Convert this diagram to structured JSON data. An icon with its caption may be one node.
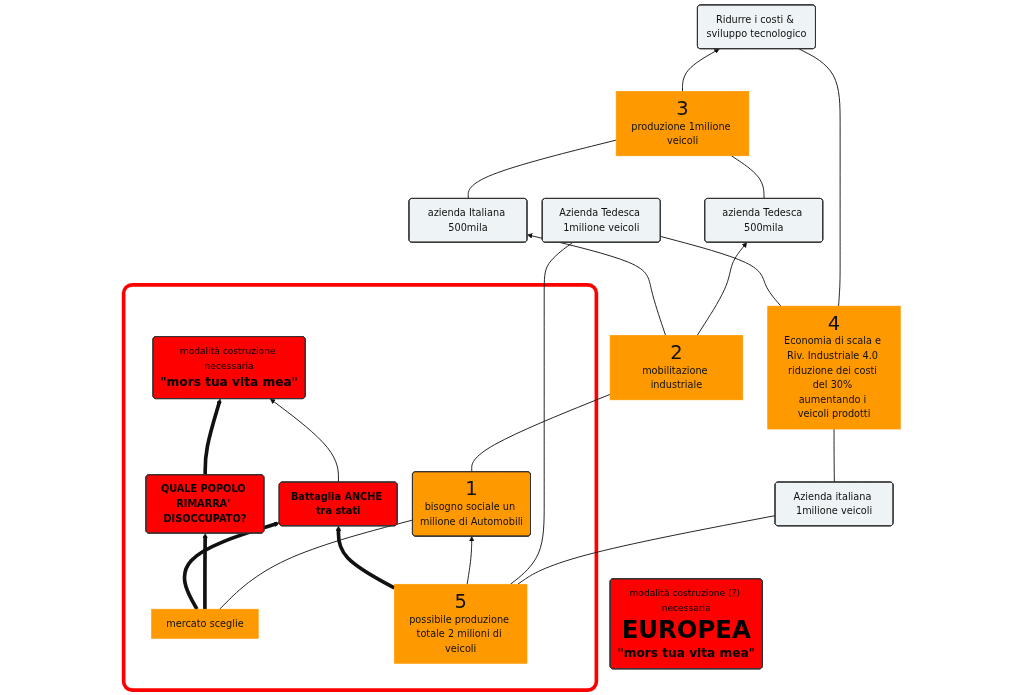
{
  "diagram": {
    "nodes": [
      {
        "text": [
          "Ridurre i costi & sviluppo tecnologico"
        ]
      },
      {
        "text": [
          "3",
          "produzione 1milione veicoli"
        ]
      },
      {
        "text": [
          "4",
          "Economia di scala e Riv. Industriale 4.0 riduzione dei costi del 30% aumentando i veicoli prodotti"
        ]
      },
      {
        "text": [
          "azienda Tedesca 500mila"
        ]
      },
      {
        "text": [
          "modalità costruzione (?) necessaria",
          "EUROPEA",
          "\"mors tua vita mea\""
        ]
      },
      {
        "text": [
          "azienda Italiana 500mila"
        ]
      },
      {
        "text": [
          "Azienda italiana 1milione veicoli"
        ]
      },
      {
        "text": [
          "Azienda Tedesca 1milione veicoli"
        ]
      },
      {
        "text": [
          "2",
          "mobilitazione industriale"
        ]
      },
      {
        "text": [],
        "shape": "box"
      },
      {
        "text": [
          "1",
          "bisogno sociale un milione di Automobili"
        ],
        "in": 9
      },
      {
        "text": [
          "5",
          "possibile produzione totale 2 milioni di veicoli"
        ],
        "in": 9
      },
      {
        "text": [
          "mercato sceglie"
        ],
        "in": 9
      },
      {
        "text": [
          "Battaglia ANCHE tra stati"
        ],
        "in": 9
      },
      {
        "text": [
          "QUALE POPOLO RIMARRA' DISOCCUPATO?"
        ],
        "in": 9
      },
      {
        "text": [
          "modalità costruzione necessaria",
          "\"mors tua vita mea\""
        ],
        "in": 9
      }
    ],
    "edges": [
      {
        "from": 1,
        "to": 0,
        "arrow": "to"
      },
      {
        "from": 2,
        "to": 0,
        "arrow": "none"
      },
      {
        "from": 3,
        "to": 1,
        "arrow": "none"
      },
      {
        "from": 5,
        "to": 1,
        "arrow": "none"
      },
      {
        "from": 8,
        "to": 3,
        "arrow": "to"
      },
      {
        "from": 8,
        "to": 5,
        "arrow": "to"
      },
      {
        "from": 6,
        "to": 2,
        "arrow": "none"
      },
      {
        "from": 2,
        "to": 7,
        "arrow": "none"
      },
      {
        "from": 11,
        "to": 6,
        "arrow": "none"
      },
      {
        "from": 11,
        "to": 7,
        "arrow": "none"
      },
      {
        "from": 10,
        "to": 8,
        "arrow": "none"
      },
      {
        "from": 11,
        "to": 10,
        "arrow": "to"
      },
      {
        "from": 12,
        "to": 10,
        "arrow": "none"
      },
      {
        "from": 12,
        "to": 14,
        "arrow": "to",
        "style": "thick"
      },
      {
        "from": 12,
        "to": 13,
        "arrow": "to",
        "style": "thick"
      },
      {
        "from": 11,
        "to": 13,
        "arrow": "to",
        "style": "thick"
      },
      {
        "from": 13,
        "to": 15,
        "arrow": "to"
      },
      {
        "from": 14,
        "to": 15,
        "arrow": "to",
        "style": "thick"
      }
    ]
  }
}
